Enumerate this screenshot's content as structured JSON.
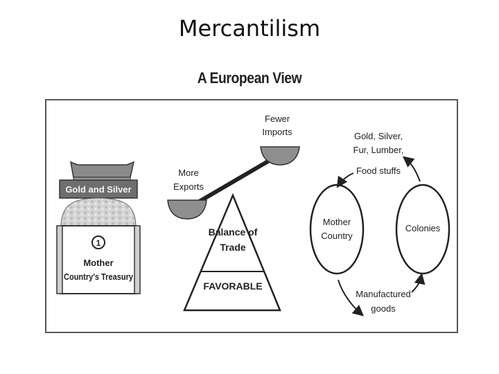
{
  "slide": {
    "title": "Mercantilism"
  },
  "diagram": {
    "title": "A European View",
    "treasury": {
      "chest_label": "Gold and Silver",
      "number": "1",
      "caption_line1": "Mother",
      "caption_line2": "Country's Treasury"
    },
    "scale": {
      "right_pan_line1": "Fewer",
      "right_pan_line2": "Imports",
      "left_pan_line1": "More",
      "left_pan_line2": "Exports",
      "fulcrum_line1": "Balance of",
      "fulcrum_line2": "Trade",
      "result": "FAVORABLE"
    },
    "cycle": {
      "top_line1": "Gold, Silver,",
      "top_line2": "Fur, Lumber,",
      "top_line3": "Food stuffs",
      "left_node_line1": "Mother",
      "left_node_line2": "Country",
      "right_node": "Colonies",
      "bottom_line1": "Manufactured",
      "bottom_line2": "goods"
    }
  },
  "colors": {
    "frame": "#555555",
    "pan": "#8f8f8f",
    "chest_band": "#6e6e6e",
    "beam": "#222222"
  }
}
